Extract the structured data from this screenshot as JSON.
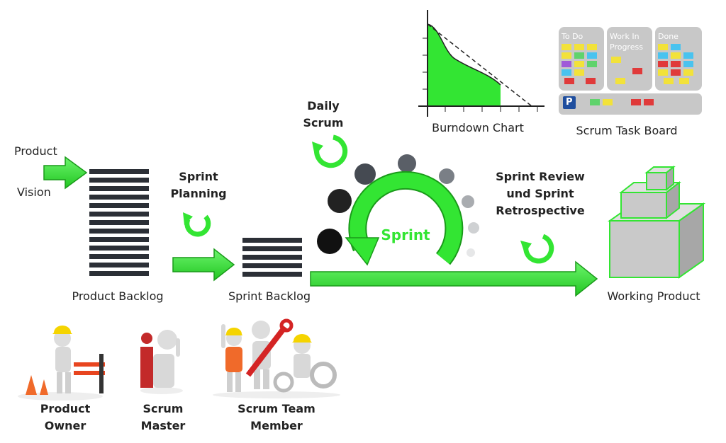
{
  "inputs": {
    "product": "Product",
    "vision": "Vision"
  },
  "product_backlog": {
    "label": "Product Backlog"
  },
  "sprint_planning": {
    "label_line1": "Sprint",
    "label_line2": "Planning"
  },
  "sprint_backlog": {
    "label": "Sprint Backlog"
  },
  "daily_scrum": {
    "label_line1": "Daily",
    "label_line2": "Scrum"
  },
  "sprint": {
    "label": "Sprint"
  },
  "sprint_review": {
    "label_line1": "Sprint Review",
    "label_line2": "und Sprint",
    "label_line3": "Retrospective"
  },
  "working_product": {
    "label": "Working Product"
  },
  "burndown": {
    "label": "Burndown Chart"
  },
  "task_board": {
    "label": "Scrum Task Board",
    "columns": [
      "To Do",
      "Work In Progress",
      "Done"
    ],
    "parking": "P"
  },
  "roles": [
    {
      "line1": "Product",
      "line2": "Owner"
    },
    {
      "line1": "Scrum",
      "line2": "Master"
    },
    {
      "line1": "Scrum Team",
      "line2": "Member"
    }
  ],
  "colors": {
    "accent_green": "#33e533",
    "dark": "#2b2f36",
    "board_gray": "#c8c8c8"
  }
}
